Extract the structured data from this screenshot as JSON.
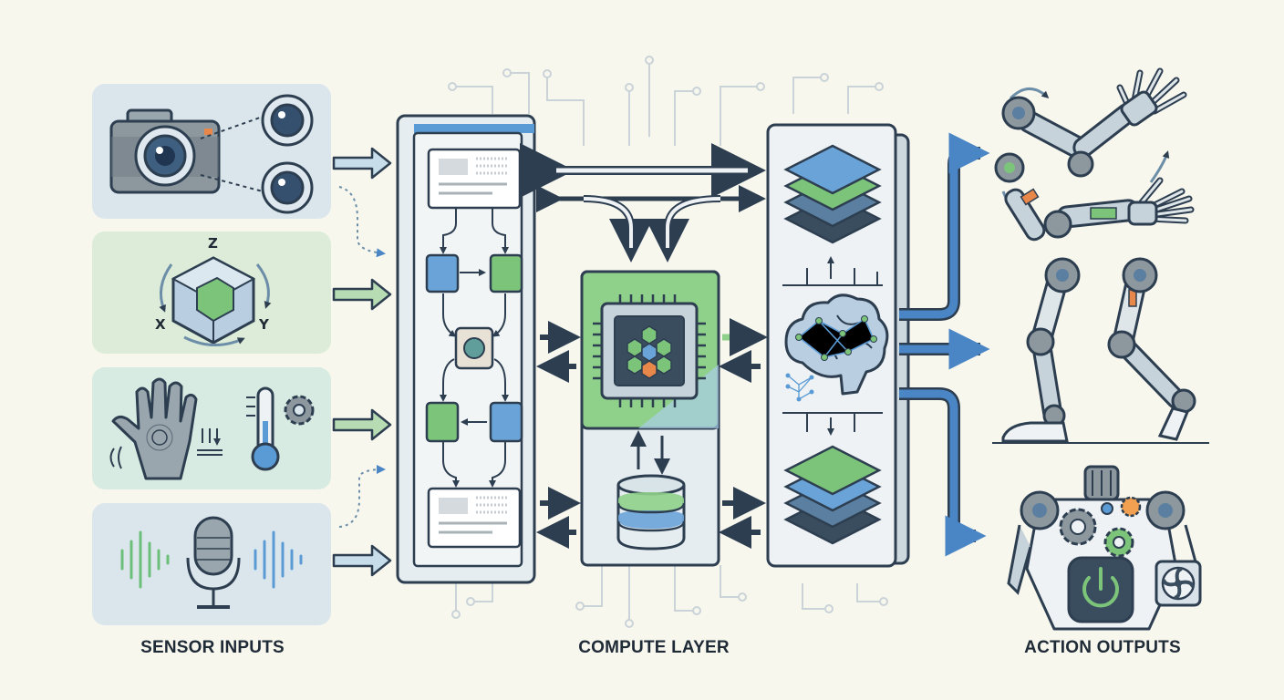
{
  "labels": {
    "sensor": "SENSOR INPUTS",
    "compute": "COMPUTE LAYER",
    "action": "ACTION OUTPUTS"
  },
  "axes": {
    "x": "X",
    "y": "Y",
    "z": "Z"
  },
  "colors": {
    "background": "#f7f7ee",
    "outline": "#2d3e50",
    "blue": "#5b9bd5",
    "green": "#7cc47a",
    "arrow_blue": "#4a86c5",
    "panel": "#e6edf1"
  },
  "icons": [
    "camera-icon",
    "stereo-lens-icon",
    "imu-cube-icon",
    "tactile-hand-icon",
    "thermometer-icon",
    "gear-icon",
    "microphone-icon",
    "soundwave-icon",
    "processor-chip-icon",
    "database-icon",
    "layer-stack-icon",
    "neural-brain-icon",
    "robot-arm-icon",
    "robot-leg-icon",
    "robot-torso-icon",
    "fan-icon",
    "power-icon"
  ]
}
